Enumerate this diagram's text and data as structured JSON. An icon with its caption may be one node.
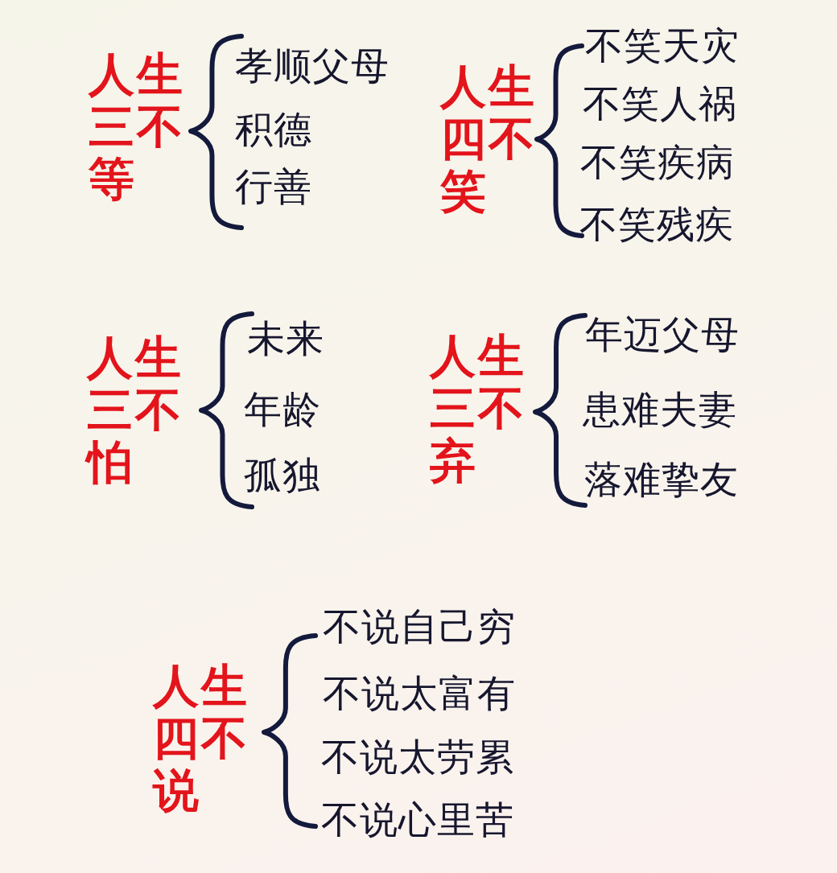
{
  "diagram": {
    "labels": [
      "人生三不等",
      "孝顺父母",
      "积德",
      "行善",
      "人生四不笑",
      "不笑天灾",
      "不笑人祸",
      "不笑疾病",
      "不笑残疾",
      "人生三不怕",
      "未来",
      "年龄",
      "孤独",
      "人生三不弃",
      "年迈父母",
      "患难夫妻",
      "落难挚友",
      "人生四不说",
      "不说自己穷",
      "不说太富有",
      "不说太劳累",
      "不说心里苦"
    ]
  }
}
